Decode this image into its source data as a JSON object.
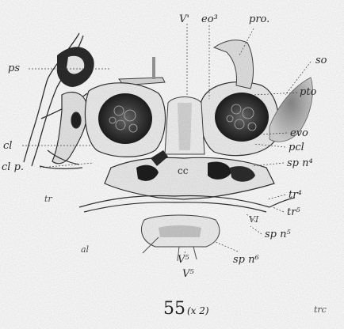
{
  "figure": {
    "number": "55",
    "scale": "(x 2)"
  },
  "labels": {
    "V_top": "V'",
    "eo3": "eo³",
    "pro": "pro.",
    "ps": "ps",
    "so": "so",
    "pto": "pto",
    "cl": "cl",
    "evo": "evo",
    "clp": "cl p.",
    "pcl": "pcl",
    "spn4": "sp n⁴",
    "tr_left": "tr",
    "tr4": "tr⁴",
    "tr5": "tr⁵",
    "VI": "VI",
    "spn5": "sp n⁵",
    "al": "al",
    "V5a": "V⁵",
    "V5b": "V⁵",
    "spn6": "sp n⁶",
    "trc": "trc"
  }
}
